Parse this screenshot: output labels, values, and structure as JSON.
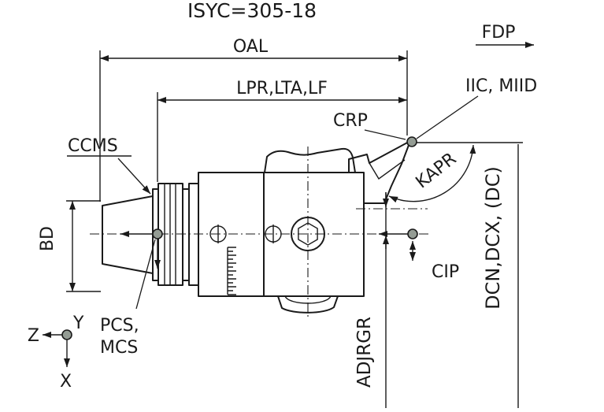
{
  "title": "ISYC=305-18",
  "labels": {
    "fdp": "FDP",
    "oal": "OAL",
    "lpr_lta_lf": "LPR,LTA,LF",
    "iic_miid": "IIC, MIID",
    "crp": "CRP",
    "ccms": "CCMS",
    "kapr": "KAPR",
    "bd": "BD",
    "pcs": "PCS,",
    "mcs": "MCS",
    "cip": "CIP",
    "adjrgr": "ADJRGR",
    "dcn_dcx_dc": "DCN,DCX, (DC)"
  },
  "axes": {
    "z": "Z",
    "y": "Y",
    "x": "X"
  },
  "colors": {
    "line": "#1a1a1a",
    "point": "#949c94",
    "background": "#ffffff"
  }
}
